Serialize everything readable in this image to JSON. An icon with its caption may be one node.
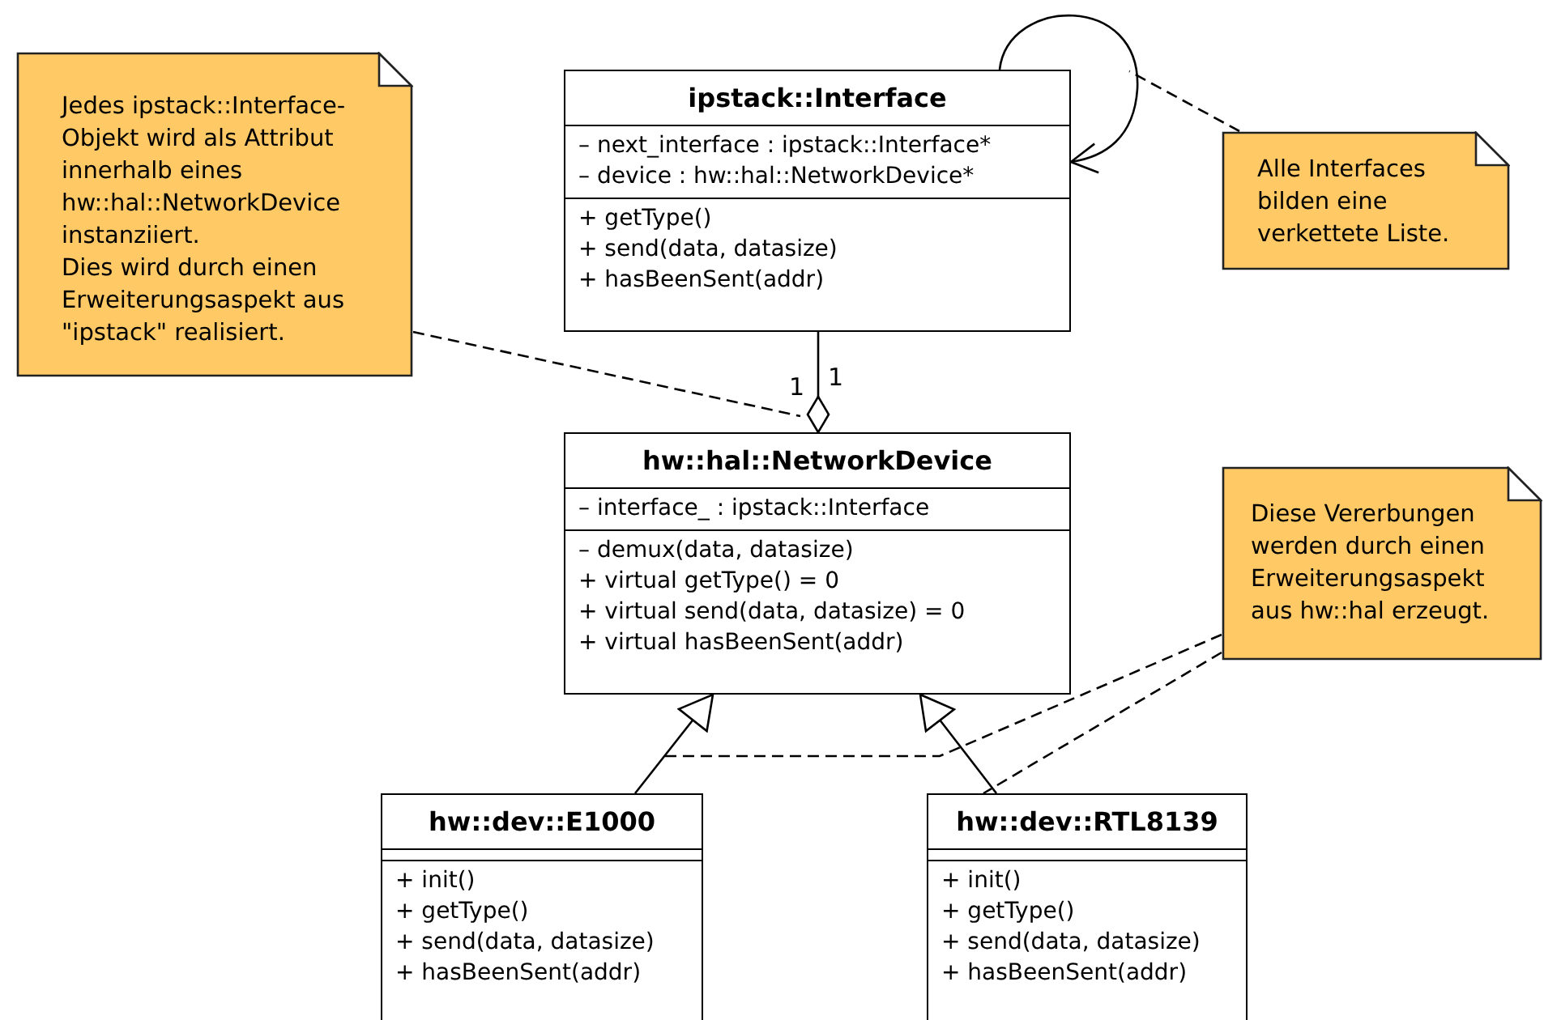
{
  "diagram": {
    "nodes": [
      {
        "text": [
          "Jedes ipstack::Interface-Objekt wird als Attribut innerhalb eines hw::hal::NetworkDevice instanziiert.",
          "Dies wird durch einen Erweiterungsaspekt aus \"ipstack\" realisiert."
        ]
      },
      {
        "text": [
          "ipstack::Interface",
          "– next_interface : ipstack::Interface*",
          "– device : hw::hal::NetworkDevice*",
          "+ getType()",
          "+ send(data, datasize)",
          "+ hasBeenSent(addr)"
        ]
      },
      {
        "text": [
          "Alle Interfaces bilden eine verkettete Liste."
        ]
      },
      {
        "text": [
          "hw::hal::NetworkDevice",
          "– interface_ : ipstack::Interface",
          "– demux(data, datasize)",
          "+ virtual getType() = 0",
          "+ virtual send(data, datasize) = 0",
          "+ virtual hasBeenSent(addr)"
        ]
      },
      {
        "text": [
          "Diese Vererbungen werden durch einen Erweiterungsaspekt aus hw::hal erzeugt."
        ]
      },
      {
        "text": [
          "hw::dev::E1000",
          "+ init()",
          "+ getType()",
          "+ send(data, datasize)",
          "+ hasBeenSent(addr)"
        ]
      },
      {
        "text": [
          "hw::dev::RTL8139",
          "+ init()",
          "+ getType()",
          "+ send(data, datasize)",
          "+ hasBeenSent(addr)"
        ]
      }
    ],
    "edges": [
      {
        "from": 1,
        "to": 1,
        "arrow": "to"
      },
      {
        "from": 1,
        "to": 3,
        "arrow": "other"
      },
      {
        "from": 5,
        "to": 3,
        "arrow": "to"
      },
      {
        "from": 6,
        "to": 3,
        "arrow": "to"
      },
      {
        "from": 0,
        "to": 3,
        "arrow": "none",
        "style": "dashed"
      },
      {
        "from": 2,
        "to": null,
        "arrow": "none",
        "style": "dashed"
      },
      {
        "from": 4,
        "to": null,
        "arrow": "none",
        "style": "dashed"
      },
      {
        "from": 4,
        "to": 6,
        "arrow": "none",
        "style": "dashed"
      }
    ],
    "labels": [
      "1",
      "1"
    ]
  }
}
